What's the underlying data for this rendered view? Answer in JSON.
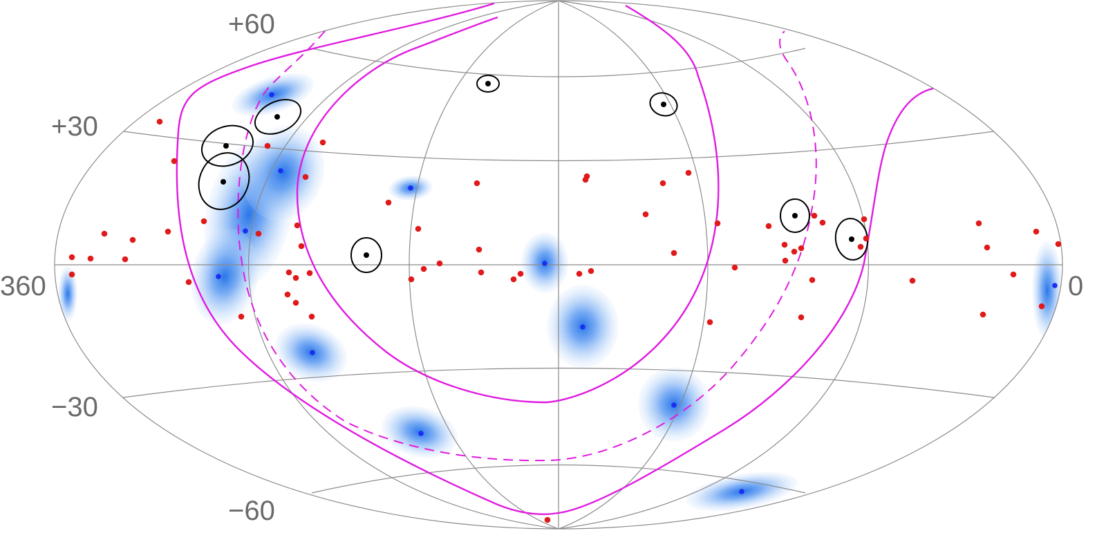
{
  "map": {
    "projection": "Hammer-Aitoff (Mollweide-like) all-sky",
    "lat_labels": [
      {
        "key": "p60",
        "text": "+60"
      },
      {
        "key": "p30",
        "text": "+30"
      },
      {
        "key": "m30",
        "text": "−30"
      },
      {
        "key": "m60",
        "text": "−60"
      }
    ],
    "lon_labels": {
      "left": "360",
      "right": "0"
    },
    "colors": {
      "grid": "#7a7a7a",
      "magenta_curve": "#e01ae0",
      "blue_region": "#3a86f0",
      "blue_center": "#1a2ef0",
      "red_point": "#e01a1a",
      "black_point": "#000000"
    }
  }
}
